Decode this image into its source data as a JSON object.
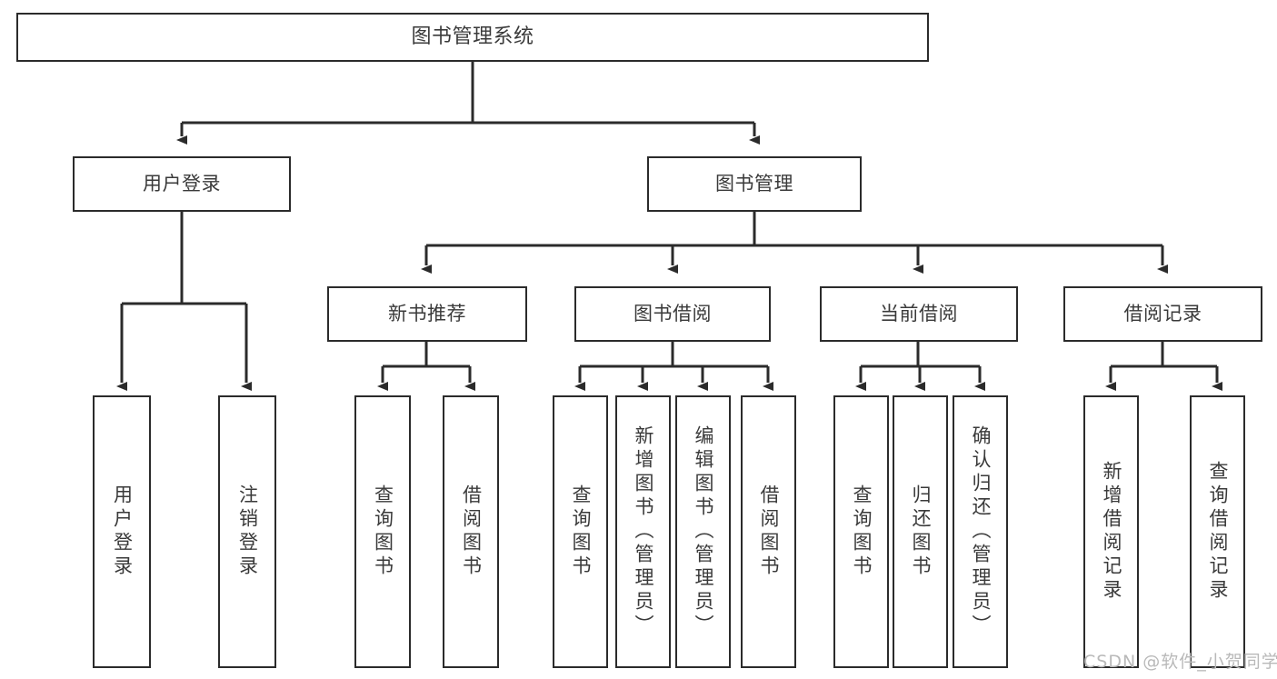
{
  "diagram": {
    "type": "tree",
    "title": "图书管理系统",
    "orientation": "top-down",
    "levels": 4,
    "nodes": {
      "root": {
        "label": "图书管理系统"
      },
      "user_login": {
        "label": "用户登录"
      },
      "book_manage": {
        "label": "图书管理"
      },
      "new_book_rec": {
        "label": "新书推荐"
      },
      "book_borrow": {
        "label": "图书借阅"
      },
      "current_borrow": {
        "label": "当前借阅"
      },
      "borrow_record": {
        "label": "借阅记录"
      },
      "leaf_user_login": {
        "label": "用户登录"
      },
      "leaf_user_logout": {
        "label": "注销登录"
      },
      "leaf_rec_query_book": {
        "label": "查询图书"
      },
      "leaf_rec_borrow_book": {
        "label": "借阅图书"
      },
      "leaf_bb_query_book": {
        "label": "查询图书"
      },
      "leaf_bb_add_book": {
        "label": "新增图书（管理员）"
      },
      "leaf_bb_edit_book": {
        "label": "编辑图书（管理员）"
      },
      "leaf_bb_borrow_book": {
        "label": "借阅图书"
      },
      "leaf_cb_query_book": {
        "label": "查询图书"
      },
      "leaf_cb_return_book": {
        "label": "归还图书"
      },
      "leaf_cb_confirm_return": {
        "label": "确认归还（管理员）"
      },
      "leaf_br_add_record": {
        "label": "新增借阅记录"
      },
      "leaf_br_query_record": {
        "label": "查询借阅记录"
      }
    },
    "edges": [
      {
        "from": "root",
        "to": "user_login"
      },
      {
        "from": "root",
        "to": "book_manage"
      },
      {
        "from": "user_login",
        "to": "leaf_user_login"
      },
      {
        "from": "user_login",
        "to": "leaf_user_logout"
      },
      {
        "from": "book_manage",
        "to": "new_book_rec"
      },
      {
        "from": "book_manage",
        "to": "book_borrow"
      },
      {
        "from": "book_manage",
        "to": "current_borrow"
      },
      {
        "from": "book_manage",
        "to": "borrow_record"
      },
      {
        "from": "new_book_rec",
        "to": "leaf_rec_query_book"
      },
      {
        "from": "new_book_rec",
        "to": "leaf_rec_borrow_book"
      },
      {
        "from": "book_borrow",
        "to": "leaf_bb_query_book"
      },
      {
        "from": "book_borrow",
        "to": "leaf_bb_add_book"
      },
      {
        "from": "book_borrow",
        "to": "leaf_bb_edit_book"
      },
      {
        "from": "book_borrow",
        "to": "leaf_bb_borrow_book"
      },
      {
        "from": "current_borrow",
        "to": "leaf_cb_query_book"
      },
      {
        "from": "current_borrow",
        "to": "leaf_cb_return_book"
      },
      {
        "from": "current_borrow",
        "to": "leaf_cb_confirm_return"
      },
      {
        "from": "borrow_record",
        "to": "leaf_br_add_record"
      },
      {
        "from": "borrow_record",
        "to": "leaf_br_query_record"
      }
    ]
  },
  "style": {
    "box_border_color": "#2b2b2b",
    "box_fill_color": "#ffffff",
    "text_color": "#3a3a3a",
    "connector_color": "#2b2b2b",
    "background_color": "#ffffff",
    "watermark_color": "#b9b9b9"
  },
  "watermark": {
    "text": "CSDN @软件_小贺同学"
  }
}
